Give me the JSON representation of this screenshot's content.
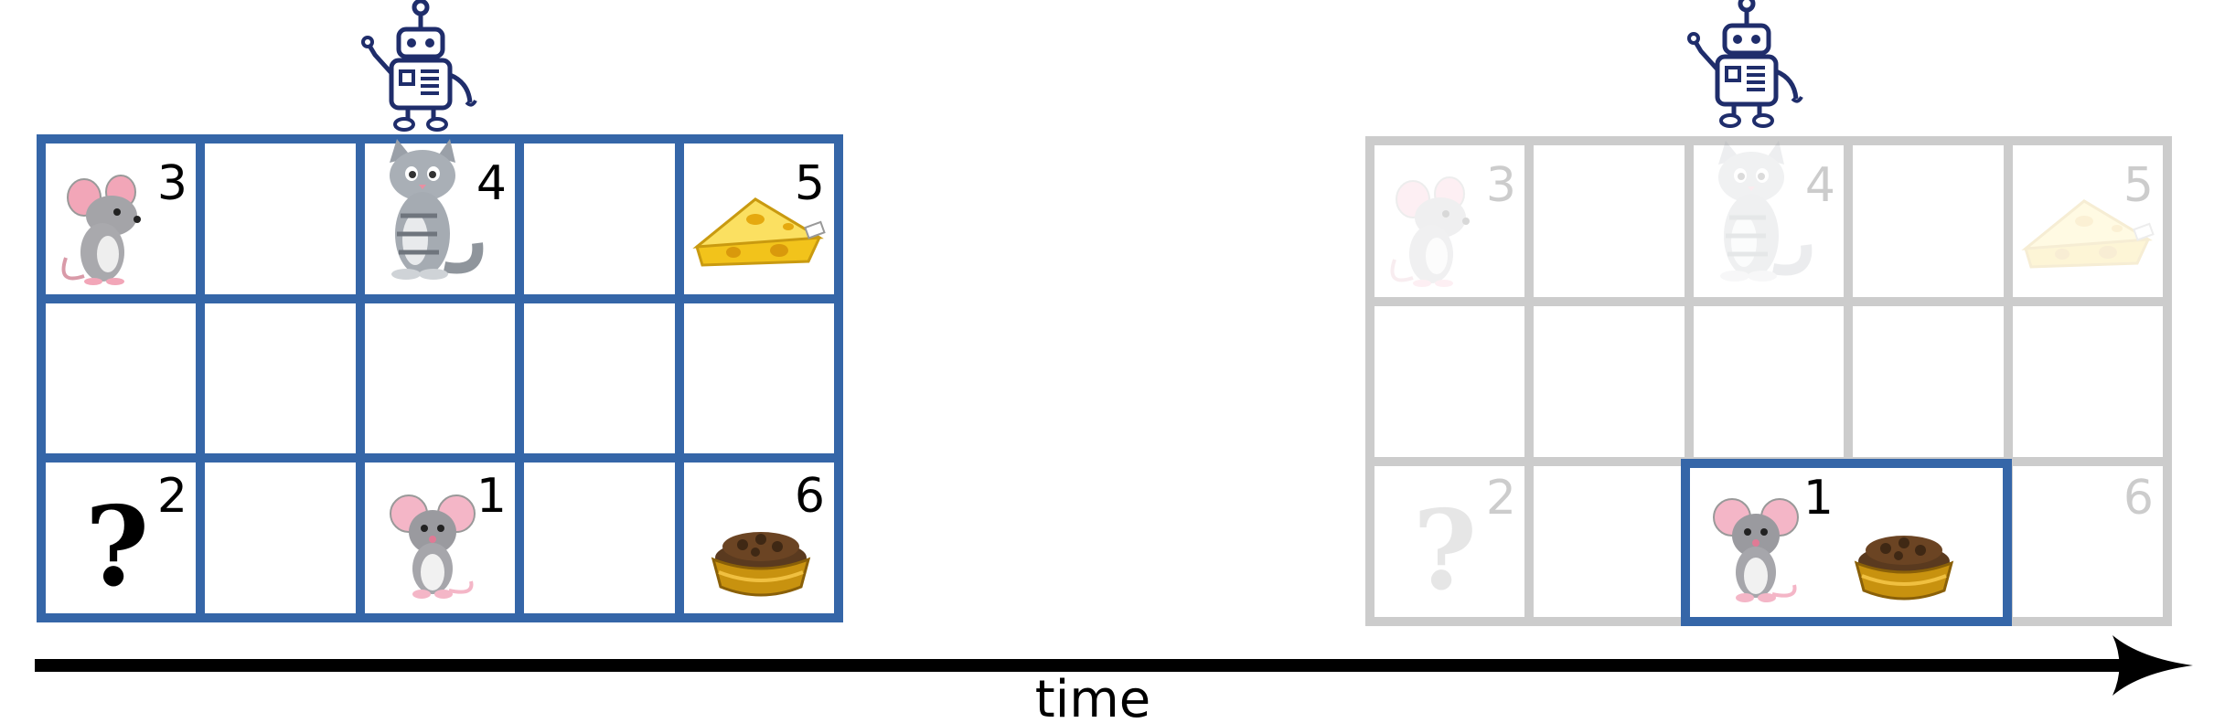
{
  "colors": {
    "active": "#3566a8",
    "inactive": "#cccccc",
    "robot": "#1f2d6b",
    "arrow": "#000000"
  },
  "left_grid": {
    "label_3": "3",
    "label_4": "4",
    "label_5": "5",
    "label_2": "2",
    "label_1": "1",
    "label_6": "6",
    "question": "?",
    "icons": [
      "mouse-icon",
      "cat-icon",
      "cheese-icon",
      "question-mark-icon",
      "mouse-icon",
      "food-bowl-icon"
    ]
  },
  "right_grid": {
    "label_3": "3",
    "label_4": "4",
    "label_5": "5",
    "label_2": "2",
    "label_1": "1",
    "label_6": "6",
    "question": "?",
    "highlighted_cells": "3-5"
  },
  "axis": {
    "label": "time"
  }
}
